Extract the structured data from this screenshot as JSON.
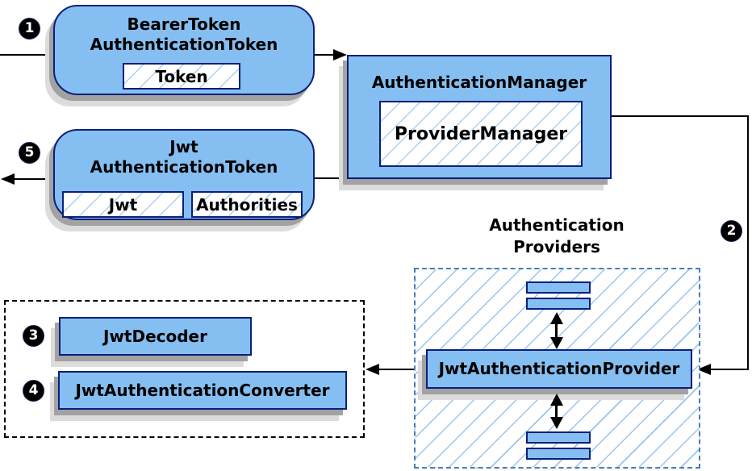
{
  "nodes": {
    "bearer_token": {
      "title_line1": "BearerToken",
      "title_line2": "AuthenticationToken",
      "chip_token": "Token"
    },
    "authentication_manager": {
      "title": "AuthenticationManager",
      "inner": "ProviderManager"
    },
    "jwt_token": {
      "title_line1": "Jwt",
      "title_line2": "AuthenticationToken",
      "chip_jwt": "Jwt",
      "chip_authorities": "Authorities"
    },
    "providers_group": {
      "title_line1": "Authentication",
      "title_line2": "Providers",
      "provider": "JwtAuthenticationProvider"
    },
    "helpers_group": {
      "decoder": "JwtDecoder",
      "converter": "JwtAuthenticationConverter"
    }
  },
  "steps": {
    "s1": "1",
    "s2": "2",
    "s3": "3",
    "s4": "4",
    "s5": "5"
  },
  "colors": {
    "node_fill": "#85BFF2",
    "node_border": "#0B1F7A",
    "hatch_line": "#9CC4EA",
    "dashed_blue_border": "#4A7CBE",
    "dashed_black_border": "#000000",
    "shadow_dark": "#A2A2A2",
    "shadow_light": "#DCDCDC",
    "arrow": "#000000",
    "step_bg": "#000000",
    "step_text": "#FFFFFF"
  }
}
